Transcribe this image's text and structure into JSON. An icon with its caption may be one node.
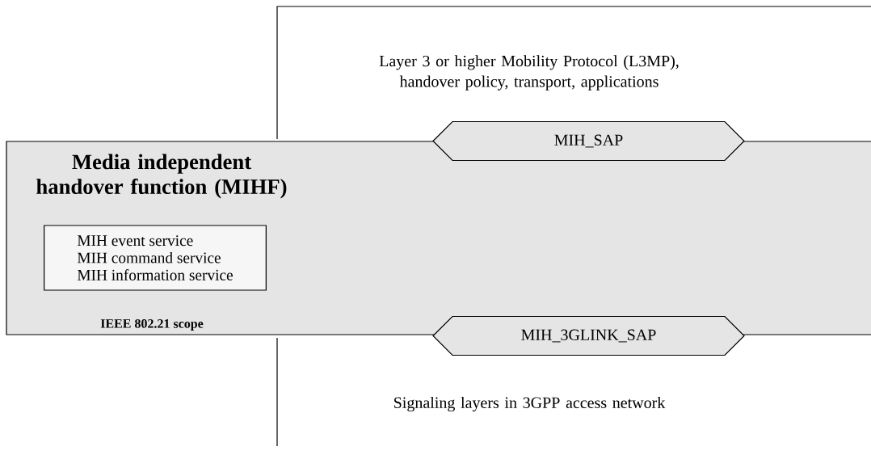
{
  "diagram": {
    "nodes": [
      {
        "text": [
          "Layer 3 or higher Mobility Protocol (L3MP), handover policy, transport, applications"
        ]
      },
      {
        "text": [
          "Media independent handover function (MIHF)",
          "IEEE 802.21 scope"
        ]
      },
      {
        "text": [
          "MIH_SAP"
        ]
      },
      {
        "text": [
          "MIH event service",
          "MIH command service",
          "MIH information service"
        ],
        "in": 1
      },
      {
        "text": [
          "MIH_3GLINK_SAP"
        ]
      },
      {
        "text": [
          "Signaling layers in 3GPP access network"
        ]
      }
    ]
  }
}
